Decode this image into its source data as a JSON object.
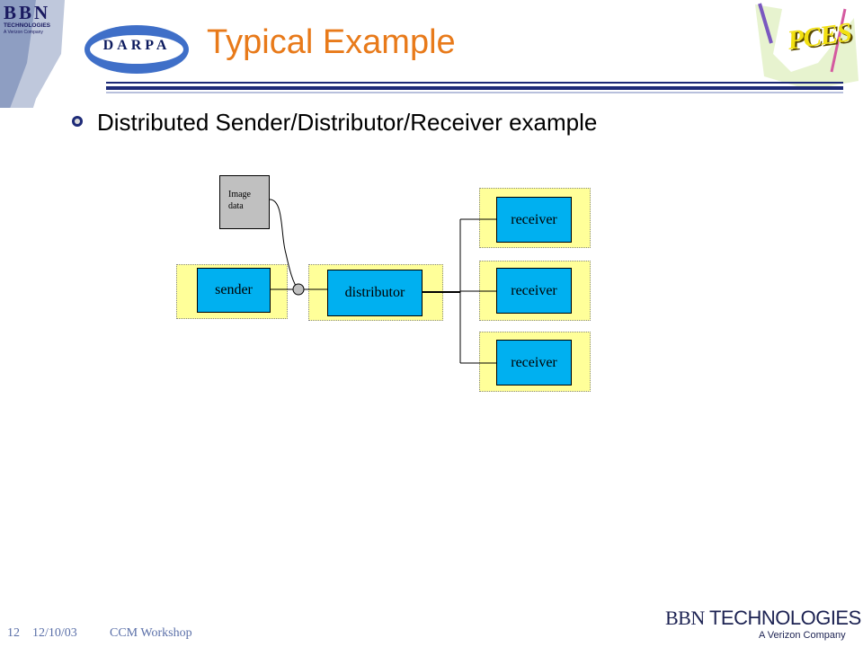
{
  "header": {
    "title": "Typical Example",
    "bbn_logo": {
      "name": "BBN",
      "line2": "TECHNOLOGIES",
      "line3": "A Verizon Company"
    },
    "darpa_logo": "DARPA",
    "pces_logo": "PCES"
  },
  "content": {
    "bullet": "Distributed Sender/Distributor/Receiver example"
  },
  "diagram": {
    "image_data": {
      "line1": "Image",
      "line2": "data"
    },
    "sender": "sender",
    "distributor": "distributor",
    "receivers": [
      "receiver",
      "receiver",
      "receiver"
    ]
  },
  "footer": {
    "slide_number": "12",
    "date": "12/10/03",
    "event": "CCM Workshop",
    "bbn_name": "BBN",
    "bbn_tech": "TECHNOLOGIES",
    "bbn_sub": "A Verizon Company"
  },
  "colors": {
    "title": "#e87a1a",
    "component": "#00b0f0",
    "container": "#ffff99",
    "rule": "#1e2b78"
  }
}
